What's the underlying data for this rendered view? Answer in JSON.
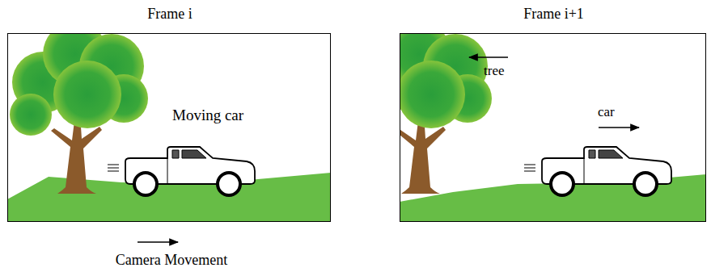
{
  "diagram": {
    "nodes": [
      {
        "text": [
          "Frame i",
          "Moving car"
        ]
      },
      {
        "text": [
          "Frame i+1",
          "tree",
          "car"
        ]
      }
    ],
    "labels": [
      "Camera Movement"
    ]
  }
}
